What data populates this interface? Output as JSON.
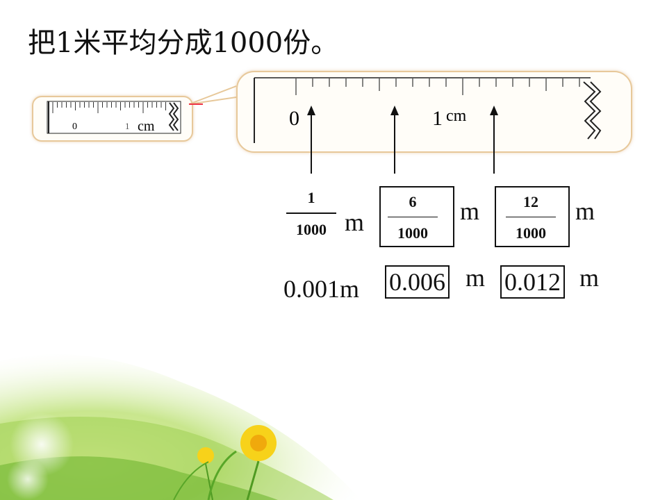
{
  "title": "把1米平均分成1000份。",
  "small_ruler": {
    "zero_label": "0",
    "one_label": "1",
    "unit": "cm"
  },
  "large_ruler": {
    "zero_label": "0",
    "one_label": "1",
    "unit": "cm"
  },
  "fractions": [
    {
      "numerator": "1",
      "denominator": "1000",
      "unit": "m",
      "boxed": false
    },
    {
      "numerator": "6",
      "denominator": "1000",
      "unit": "m",
      "boxed": true
    },
    {
      "numerator": "12",
      "denominator": "1000",
      "unit": "m",
      "boxed": true
    }
  ],
  "decimals": [
    {
      "value": "0.001m",
      "unit": "",
      "boxed": false
    },
    {
      "value": "0.006",
      "unit": "m",
      "boxed": true
    },
    {
      "value": "0.012",
      "unit": "m",
      "boxed": true
    }
  ],
  "colors": {
    "frame": "#e7c89a",
    "ink": "#111111"
  }
}
